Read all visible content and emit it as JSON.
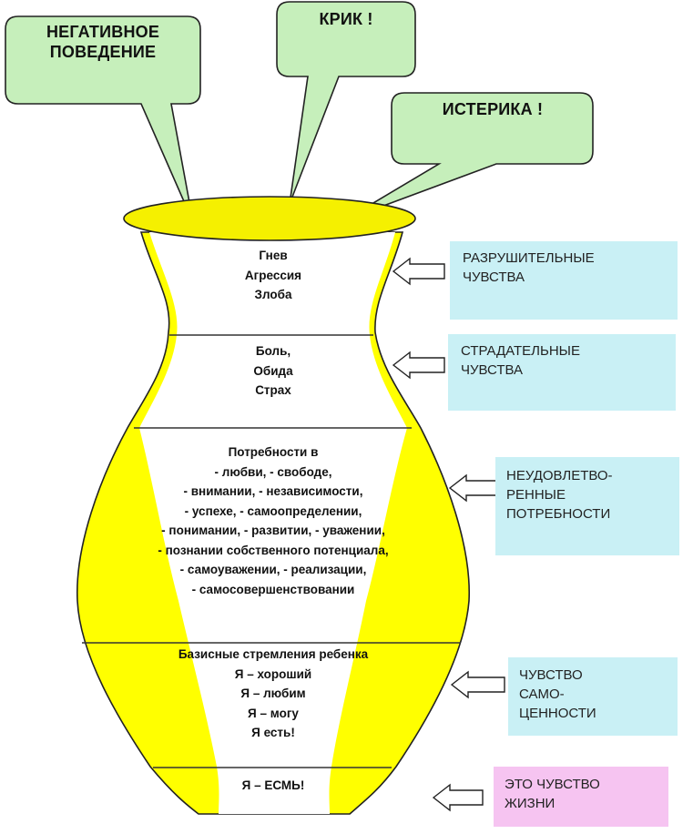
{
  "bubbles": [
    {
      "lines": [
        "НЕГАТИВНОЕ",
        "ПОВЕДЕНИЕ"
      ]
    },
    {
      "lines": [
        "КРИК !"
      ]
    },
    {
      "lines": [
        "ИСТЕРИКА !"
      ]
    }
  ],
  "layers": [
    {
      "lines": [
        "Гнев",
        "Агрессия",
        "Злоба"
      ]
    },
    {
      "lines": [
        "Боль,",
        "Обида",
        "Страх"
      ]
    },
    {
      "lines": [
        "Потребности в",
        "- любви, - свободе,",
        "- внимании, - независимости,",
        "- успехе, - самоопределении,",
        "- понимании, - развитии, - уважении,",
        "- познании собственного потенциала,",
        "- самоуважении, - реализации,",
        "- самосовершенствовании"
      ]
    },
    {
      "lines": [
        "Базисные стремления ребенка",
        "Я – хороший",
        "Я – любим",
        "Я – могу",
        "Я есть!"
      ]
    },
    {
      "lines": [
        "Я – ЕСМЬ!"
      ]
    }
  ],
  "labels": [
    {
      "lines": [
        "РАЗРУШИТЕЛЬНЫЕ",
        "ЧУВСТВА"
      ]
    },
    {
      "lines": [
        "СТРАДАТЕЛЬНЫЕ",
        "ЧУВСТВА"
      ]
    },
    {
      "lines": [
        "НЕУДОВЛЕТВО-",
        "РЕННЫЕ",
        "ПОТРЕБНОСТИ"
      ]
    },
    {
      "lines": [
        "ЧУВСТВО",
        "САМО-",
        "ЦЕННОСТИ"
      ]
    },
    {
      "lines": [
        "ЭТО ЧУВСТВО",
        "ЖИЗНИ"
      ]
    }
  ],
  "colors": {
    "bubble_fill": "#c6efbb",
    "vase_yellow": "#ffff00",
    "rim_yellow": "#f5f000",
    "box_cyan": "#c9f0f5",
    "box_pink": "#f6c4f1",
    "outline": "#222222"
  },
  "icons": [
    "arrow-left-icon"
  ]
}
